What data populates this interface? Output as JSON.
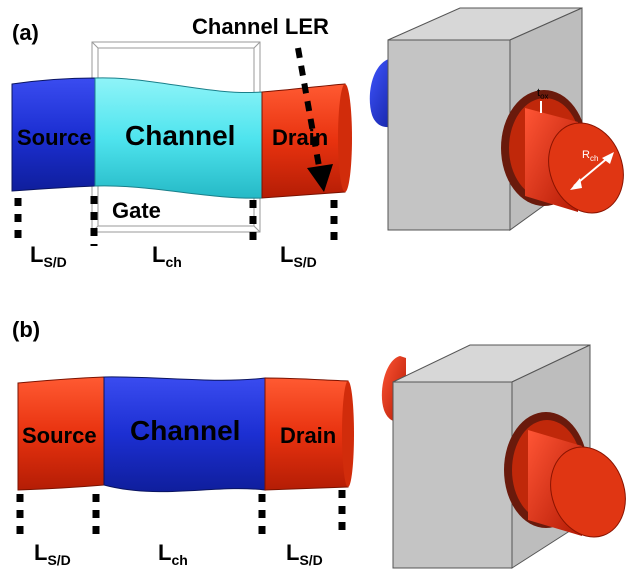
{
  "panel_a": {
    "label": "(a)",
    "source": "Source",
    "channel": "Channel",
    "drain": "Drain",
    "gate": "Gate",
    "ler": "Channel LER",
    "dims": {
      "lsd_left": "L",
      "lsd_left_sub": "S/D",
      "lch": "L",
      "lch_sub": "ch",
      "lsd_right": "L",
      "lsd_right_sub": "S/D"
    },
    "tox": "t",
    "tox_sub": "ox",
    "rch": "R",
    "rch_sub": "ch"
  },
  "panel_b": {
    "label": "(b)",
    "source": "Source",
    "channel": "Channel",
    "drain": "Drain",
    "dims": {
      "lsd_left": "L",
      "lsd_left_sub": "S/D",
      "lch": "L",
      "lch_sub": "ch",
      "lsd_right": "L",
      "lsd_right_sub": "S/D"
    }
  },
  "colors": {
    "blue": "#1f2fd6",
    "cyan": "#4fe4ee",
    "red": "#e8320f",
    "box_gray": "#c8c8c8"
  }
}
